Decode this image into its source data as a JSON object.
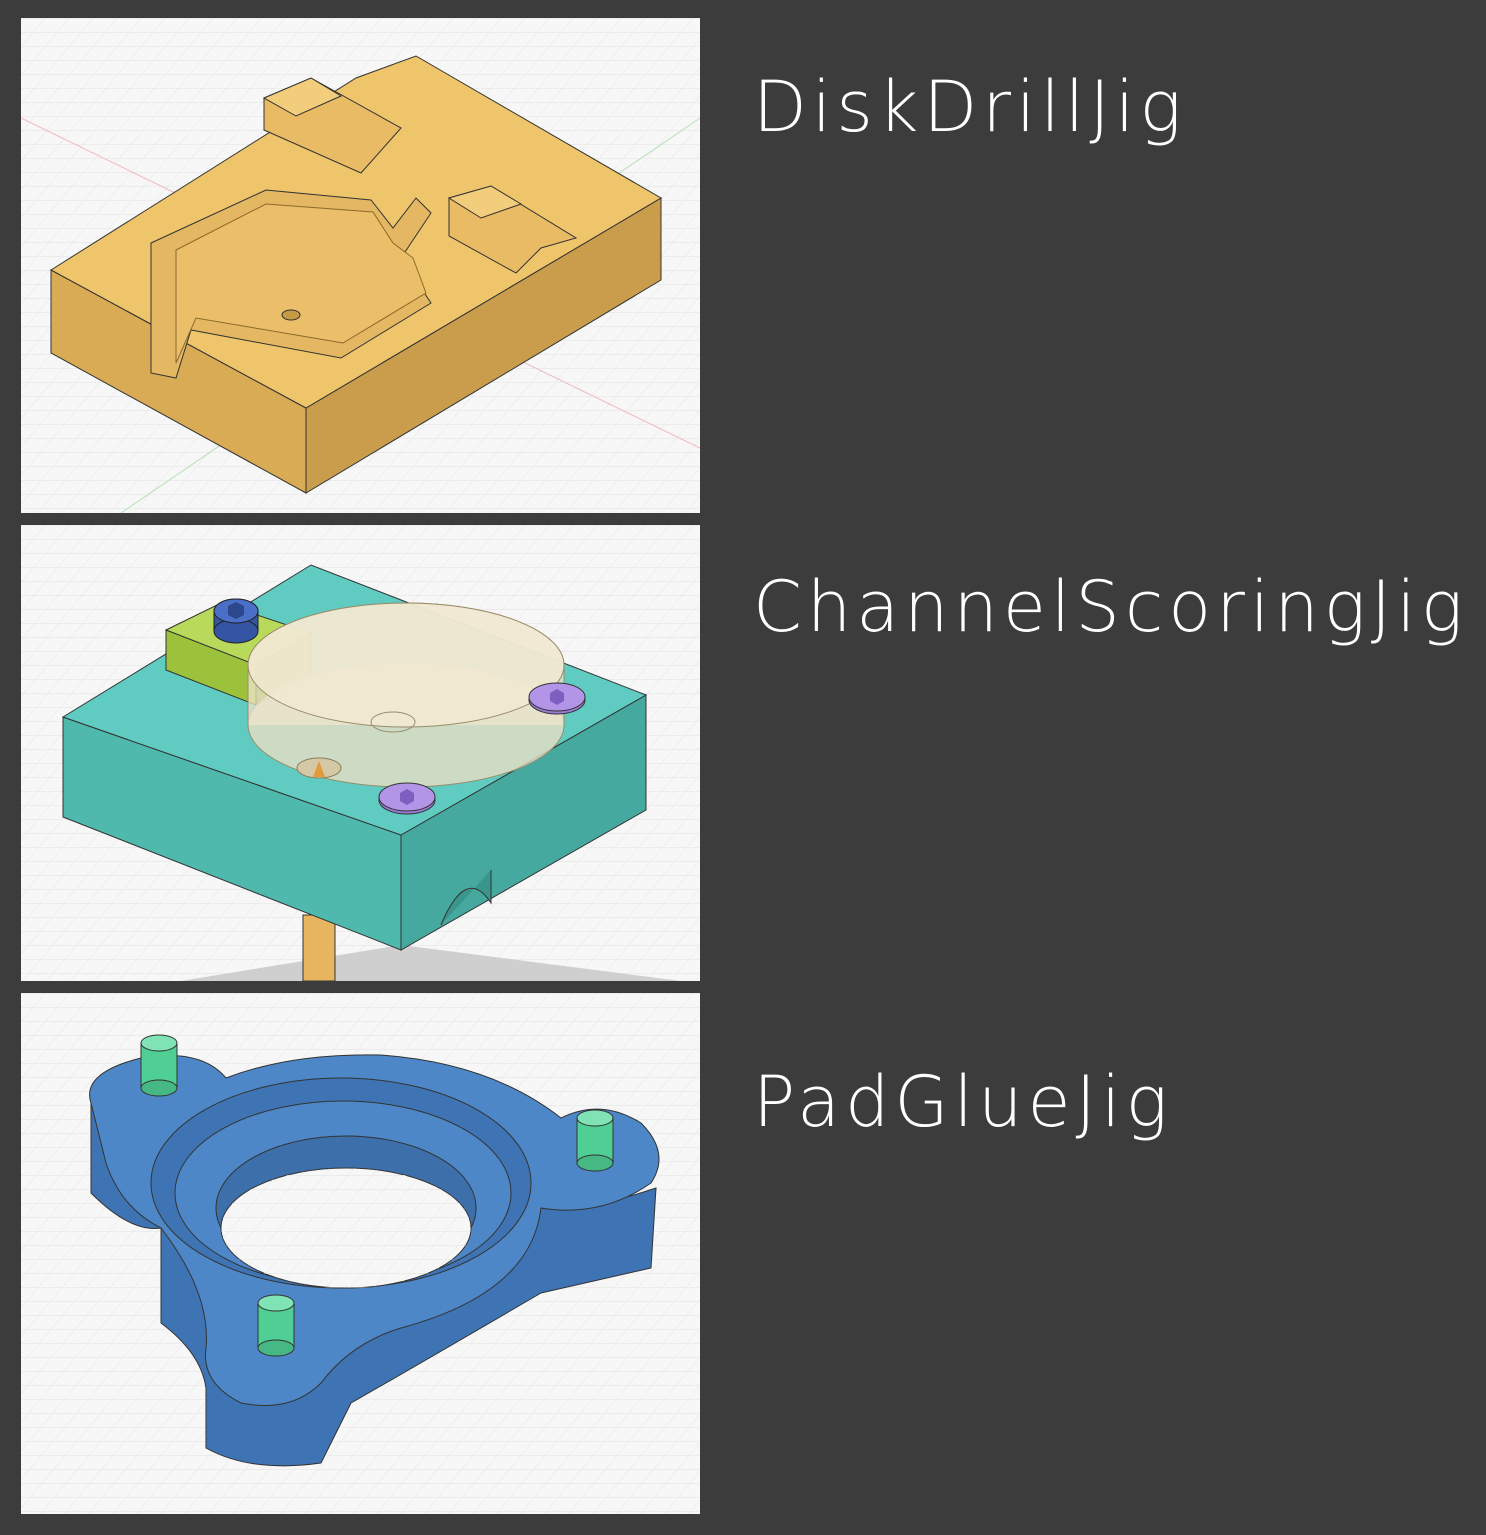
{
  "jigs": [
    {
      "name": "DiskDrillJig",
      "color": "#efc56c",
      "icon": "yellow-drill-jig-render"
    },
    {
      "name": "ChannelScoringJig",
      "color": "#5cc9bf",
      "icon": "teal-scoring-jig-render"
    },
    {
      "name": "PadGlueJig",
      "color": "#4d87c7",
      "icon": "blue-glue-jig-render"
    }
  ],
  "colors": {
    "background": "#3c3c3c",
    "viewport": "#f7f7f7",
    "grid": "#dcdcdc",
    "label_text": "#ffffff"
  }
}
